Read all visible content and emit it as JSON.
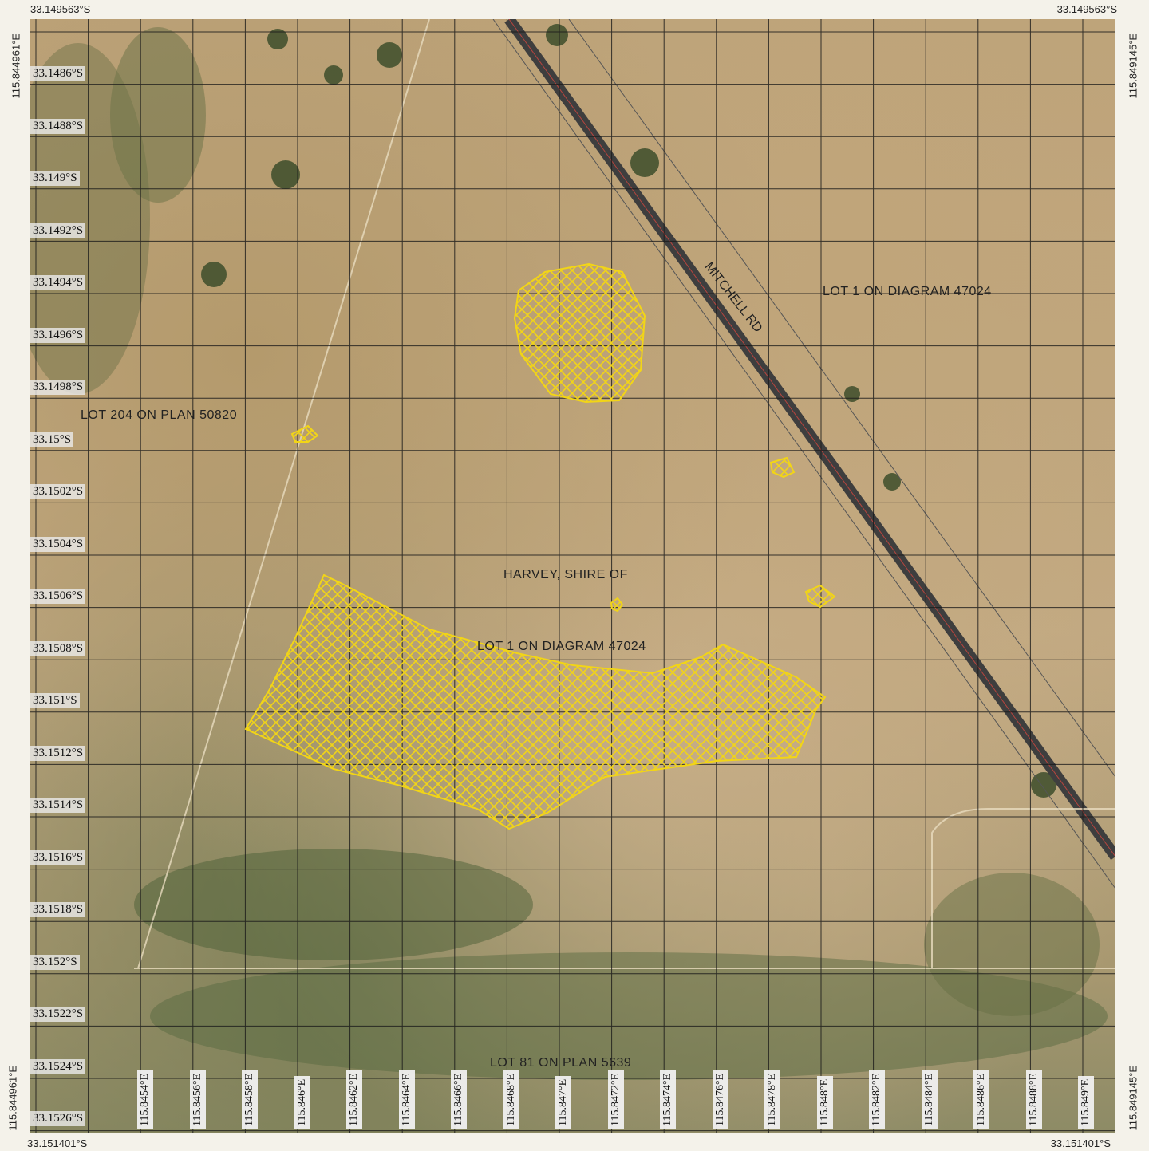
{
  "corners": {
    "top_left_lat": "33.149563°S",
    "top_right_lat": "33.149563°S",
    "bottom_left_lat": "33.151401°S",
    "bottom_right_lat": "33.151401°S",
    "left_top_lon": "115.844961°E",
    "right_top_lon": "115.849145°E",
    "left_bottom_lon": "115.844961°E",
    "right_bottom_lon": "115.849145°E"
  },
  "lat_labels": [
    "33.1486°S",
    "33.1488°S",
    "33.149°S",
    "33.1492°S",
    "33.1494°S",
    "33.1496°S",
    "33.1498°S",
    "33.15°S",
    "33.1502°S",
    "33.1504°S",
    "33.1506°S",
    "33.1508°S",
    "33.151°S",
    "33.1512°S",
    "33.1514°S",
    "33.1516°S",
    "33.1518°S",
    "33.152°S",
    "33.1522°S",
    "33.1524°S",
    "33.1526°S"
  ],
  "lon_labels": [
    "115.8454°E",
    "115.8456°E",
    "115.8458°E",
    "115.846°E",
    "115.8462°E",
    "115.8464°E",
    "115.8466°E",
    "115.8468°E",
    "115.847°E",
    "115.8472°E",
    "115.8474°E",
    "115.8476°E",
    "115.8478°E",
    "115.848°E",
    "115.8482°E",
    "115.8484°E",
    "115.8486°E",
    "115.8488°E",
    "115.849°E"
  ],
  "lots": {
    "lot_204": "LOT 204 ON PLAN 50820",
    "lot_1_ne": "LOT 1 ON DIAGRAM 47024",
    "shire": "HARVEY, SHIRE OF",
    "lot_1_center": "LOT 1 ON DIAGRAM 47024",
    "lot_81": "LOT 81 ON PLAN 5639"
  },
  "road": "MITCHELL RD",
  "colors": {
    "hatch": "#f2d516",
    "grid": "#1a1a1a",
    "road": "#3e3e3e"
  }
}
